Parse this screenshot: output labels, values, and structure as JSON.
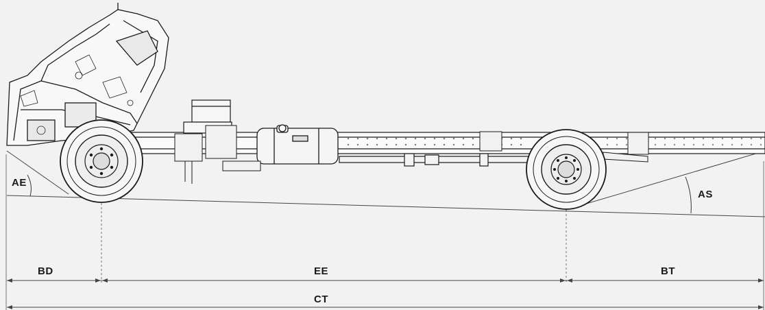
{
  "diagram": {
    "labels": {
      "approach_angle": "AE",
      "departure_angle": "AS",
      "front_overhang": "BD",
      "wheelbase": "EE",
      "rear_overhang": "BT",
      "overall_length": "CT"
    },
    "colors": {
      "background": "#f2f2f2",
      "line": "#1a1a1a",
      "dim_line": "#555555"
    }
  }
}
